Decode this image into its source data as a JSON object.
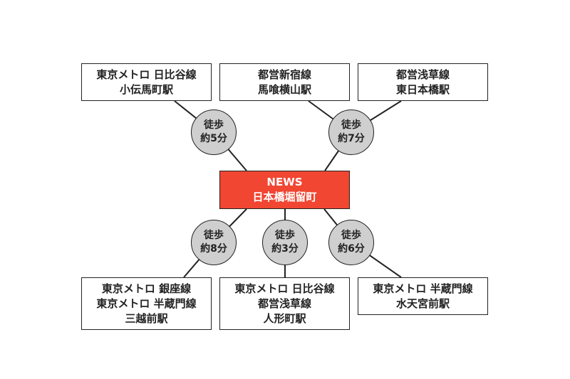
{
  "colors": {
    "center_fill": "#f04632",
    "badge_fill": "#cfcfcf",
    "line": "#222222",
    "box_fill": "#ffffff"
  },
  "center": {
    "line1": "NEWS",
    "line2": "日本橋堀留町"
  },
  "stations": [
    {
      "lines": [
        "東京メトロ 日比谷線",
        "小伝馬町駅"
      ]
    },
    {
      "lines": [
        "都営新宿線",
        "馬喰横山駅"
      ]
    },
    {
      "lines": [
        "都営浅草線",
        "東日本橋駅"
      ]
    },
    {
      "lines": [
        "東京メトロ 銀座線",
        "東京メトロ 半蔵門線",
        "三越前駅"
      ]
    },
    {
      "lines": [
        "東京メトロ 日比谷線",
        "都営浅草線",
        "人形町駅"
      ]
    },
    {
      "lines": [
        "東京メトロ 半蔵門線",
        "水天宮前駅"
      ]
    }
  ],
  "walks": [
    {
      "label": "徒歩",
      "time": "約5分"
    },
    {
      "label": "徒歩",
      "time": "約7分"
    },
    {
      "label": "徒歩",
      "time": "約8分"
    },
    {
      "label": "徒歩",
      "time": "約3分"
    },
    {
      "label": "徒歩",
      "time": "約6分"
    }
  ]
}
